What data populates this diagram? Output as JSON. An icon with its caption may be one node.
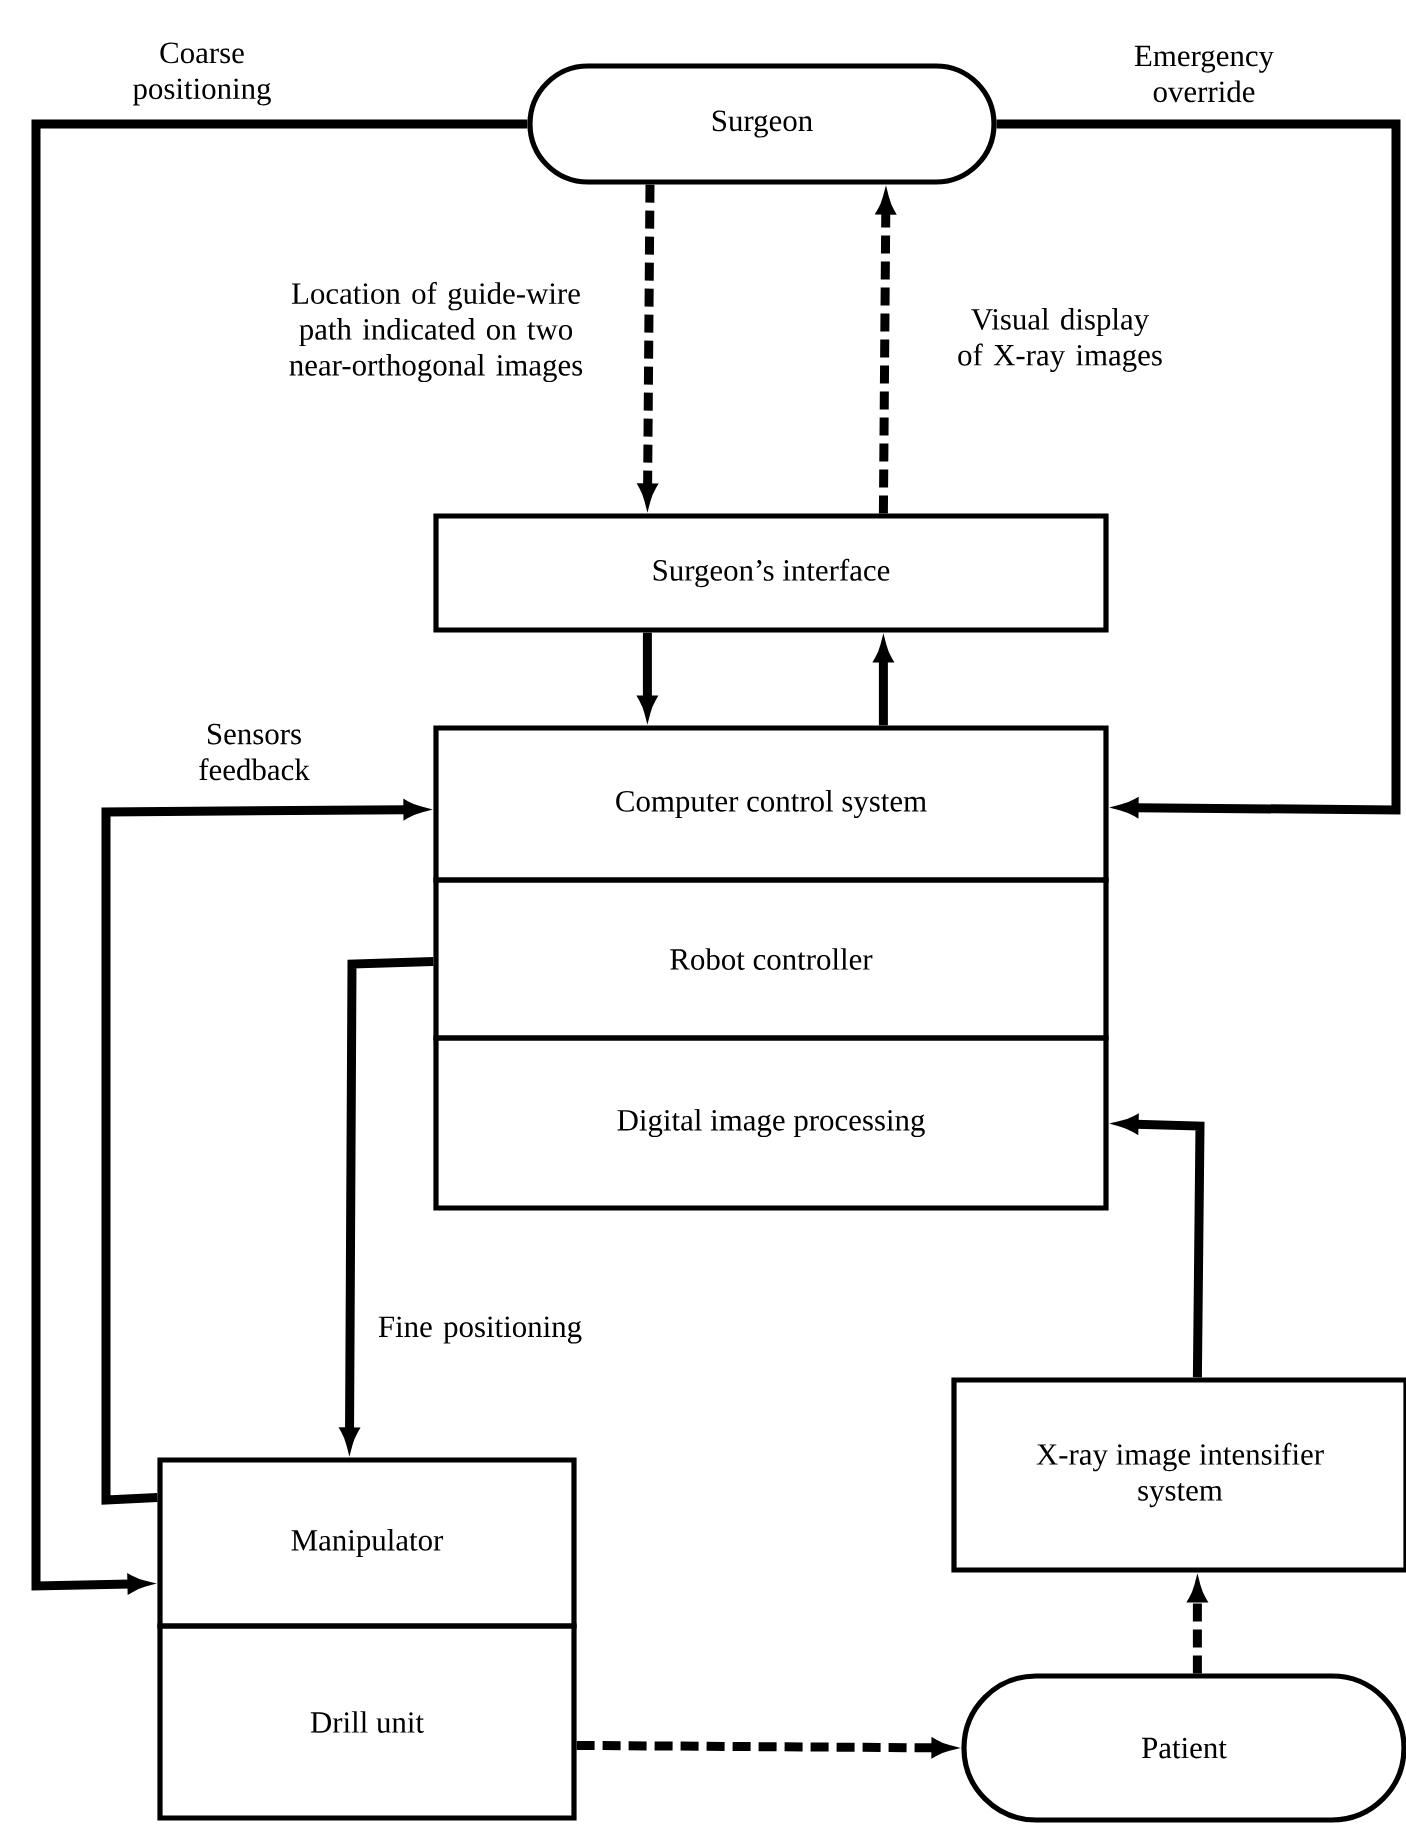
{
  "diagram": {
    "nodes": [
      {
        "text": [
          "Surgeon"
        ]
      },
      {
        "text": [
          "Surgeon’s interface"
        ]
      },
      {
        "text": [
          "Computer control system"
        ]
      },
      {
        "text": [
          "Robot controller"
        ]
      },
      {
        "text": [
          "Digital image processing"
        ]
      },
      {
        "text": [
          "Manipulator"
        ]
      },
      {
        "text": [
          "Drill unit"
        ]
      },
      {
        "text": [
          "X-ray image intensifier system"
        ]
      },
      {
        "text": [
          "Patient"
        ]
      }
    ],
    "edges": [
      {
        "from": 0,
        "to": 5,
        "arrow": "to",
        "label": "Coarse positioning"
      },
      {
        "from": 0,
        "to": 2,
        "arrow": "to",
        "label": "Emergency override"
      },
      {
        "from": 0,
        "to": 1,
        "arrow": "to",
        "style": "dashed",
        "label": "Location of guide-wire path indicated on two near-orthogonal images"
      },
      {
        "from": 1,
        "to": 0,
        "arrow": "to",
        "style": "dashed",
        "label": "Visual display of X-ray images"
      },
      {
        "from": 1,
        "to": 2,
        "arrow": "to"
      },
      {
        "from": 2,
        "to": 1,
        "arrow": "to"
      },
      {
        "from": 5,
        "to": 2,
        "arrow": "to",
        "label": "Sensors feedback"
      },
      {
        "from": 3,
        "to": 5,
        "arrow": "to",
        "label": "Fine positioning"
      },
      {
        "from": 7,
        "to": 4,
        "arrow": "to"
      },
      {
        "from": 6,
        "to": 8,
        "arrow": "to",
        "style": "dashed"
      },
      {
        "from": 8,
        "to": 7,
        "arrow": "to",
        "style": "dashed"
      }
    ]
  }
}
